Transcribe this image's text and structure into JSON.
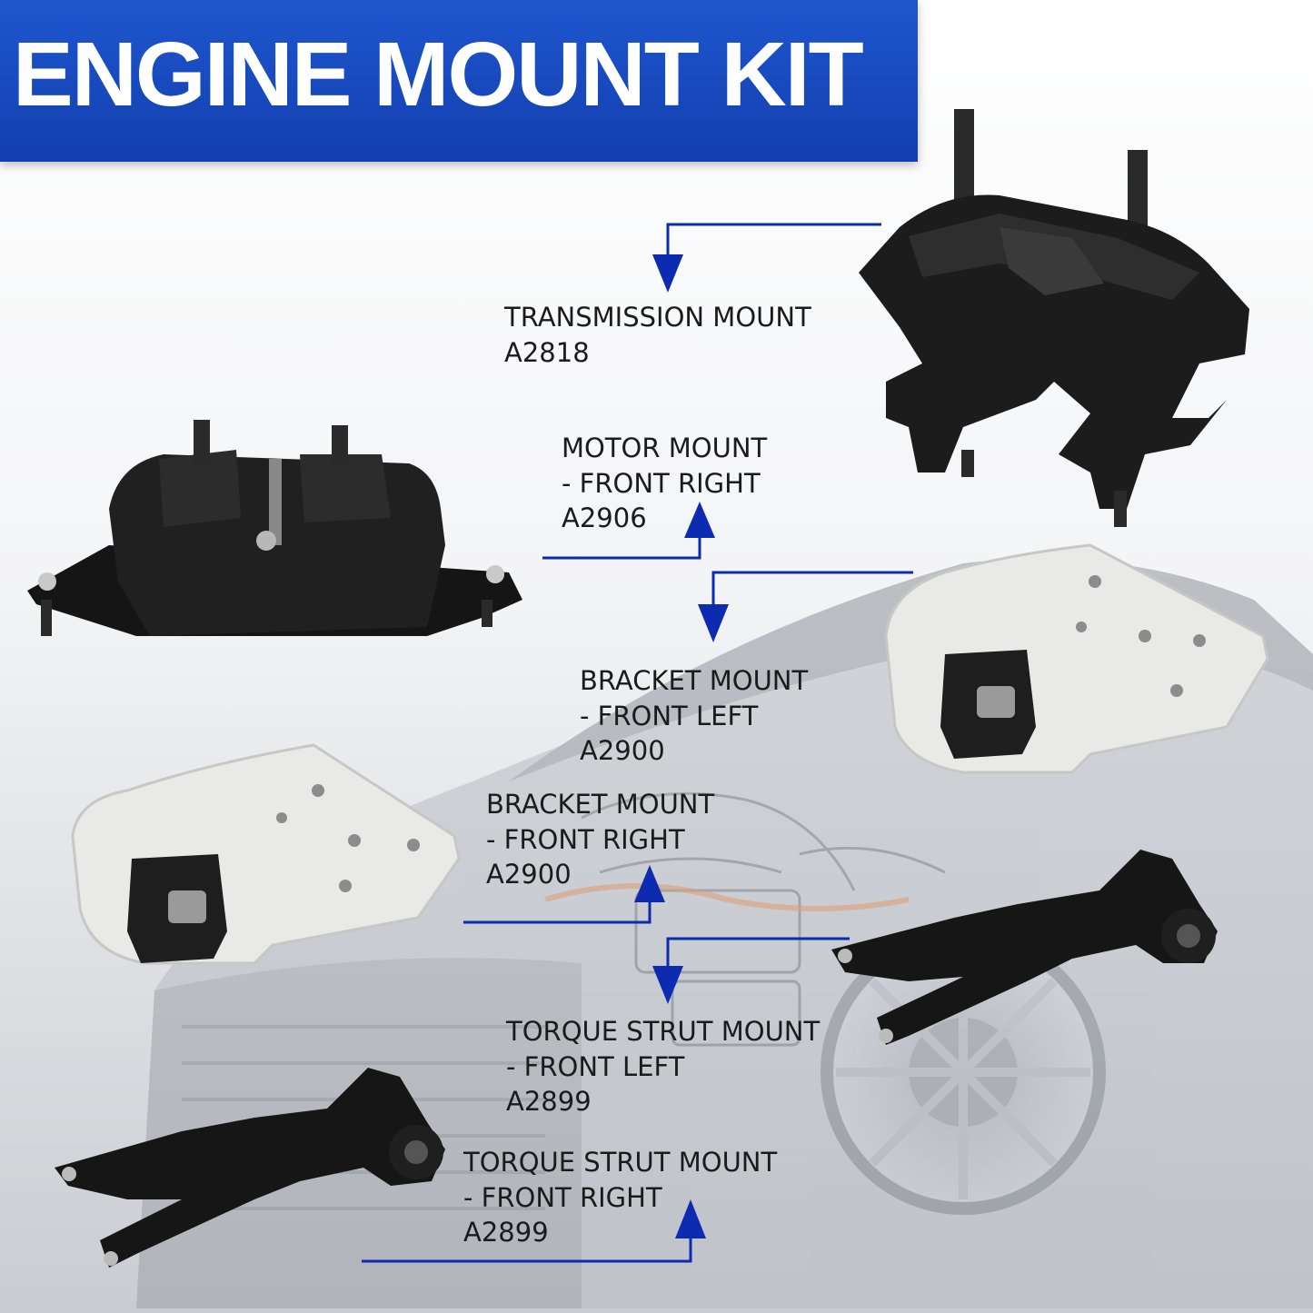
{
  "colors": {
    "banner": "#1f56cf",
    "banner_text": "#ffffff",
    "arrow": "#0d2bb0",
    "label_text": "#1b1b1b",
    "part_black": "#1a1a1a",
    "part_silver": "#e8e8e6"
  },
  "banner": {
    "title": "ENGINE MOUNT KIT"
  },
  "parts": [
    {
      "id": "transmission",
      "name": "TRANSMISSION MOUNT",
      "position": "",
      "part_number": "A2818"
    },
    {
      "id": "motor-front-right",
      "name": "MOTOR MOUNT",
      "position": "- FRONT RIGHT",
      "part_number": "A2906"
    },
    {
      "id": "bracket-front-left",
      "name": "BRACKET MOUNT",
      "position": "- FRONT LEFT",
      "part_number": "A2900"
    },
    {
      "id": "bracket-front-right",
      "name": "BRACKET MOUNT",
      "position": "- FRONT RIGHT",
      "part_number": "A2900"
    },
    {
      "id": "torque-front-left",
      "name": "TORQUE STRUT MOUNT",
      "position": "- FRONT LEFT",
      "part_number": "A2899"
    },
    {
      "id": "torque-front-right",
      "name": "TORQUE STRUT MOUNT",
      "position": "- FRONT RIGHT",
      "part_number": "A2899"
    }
  ]
}
